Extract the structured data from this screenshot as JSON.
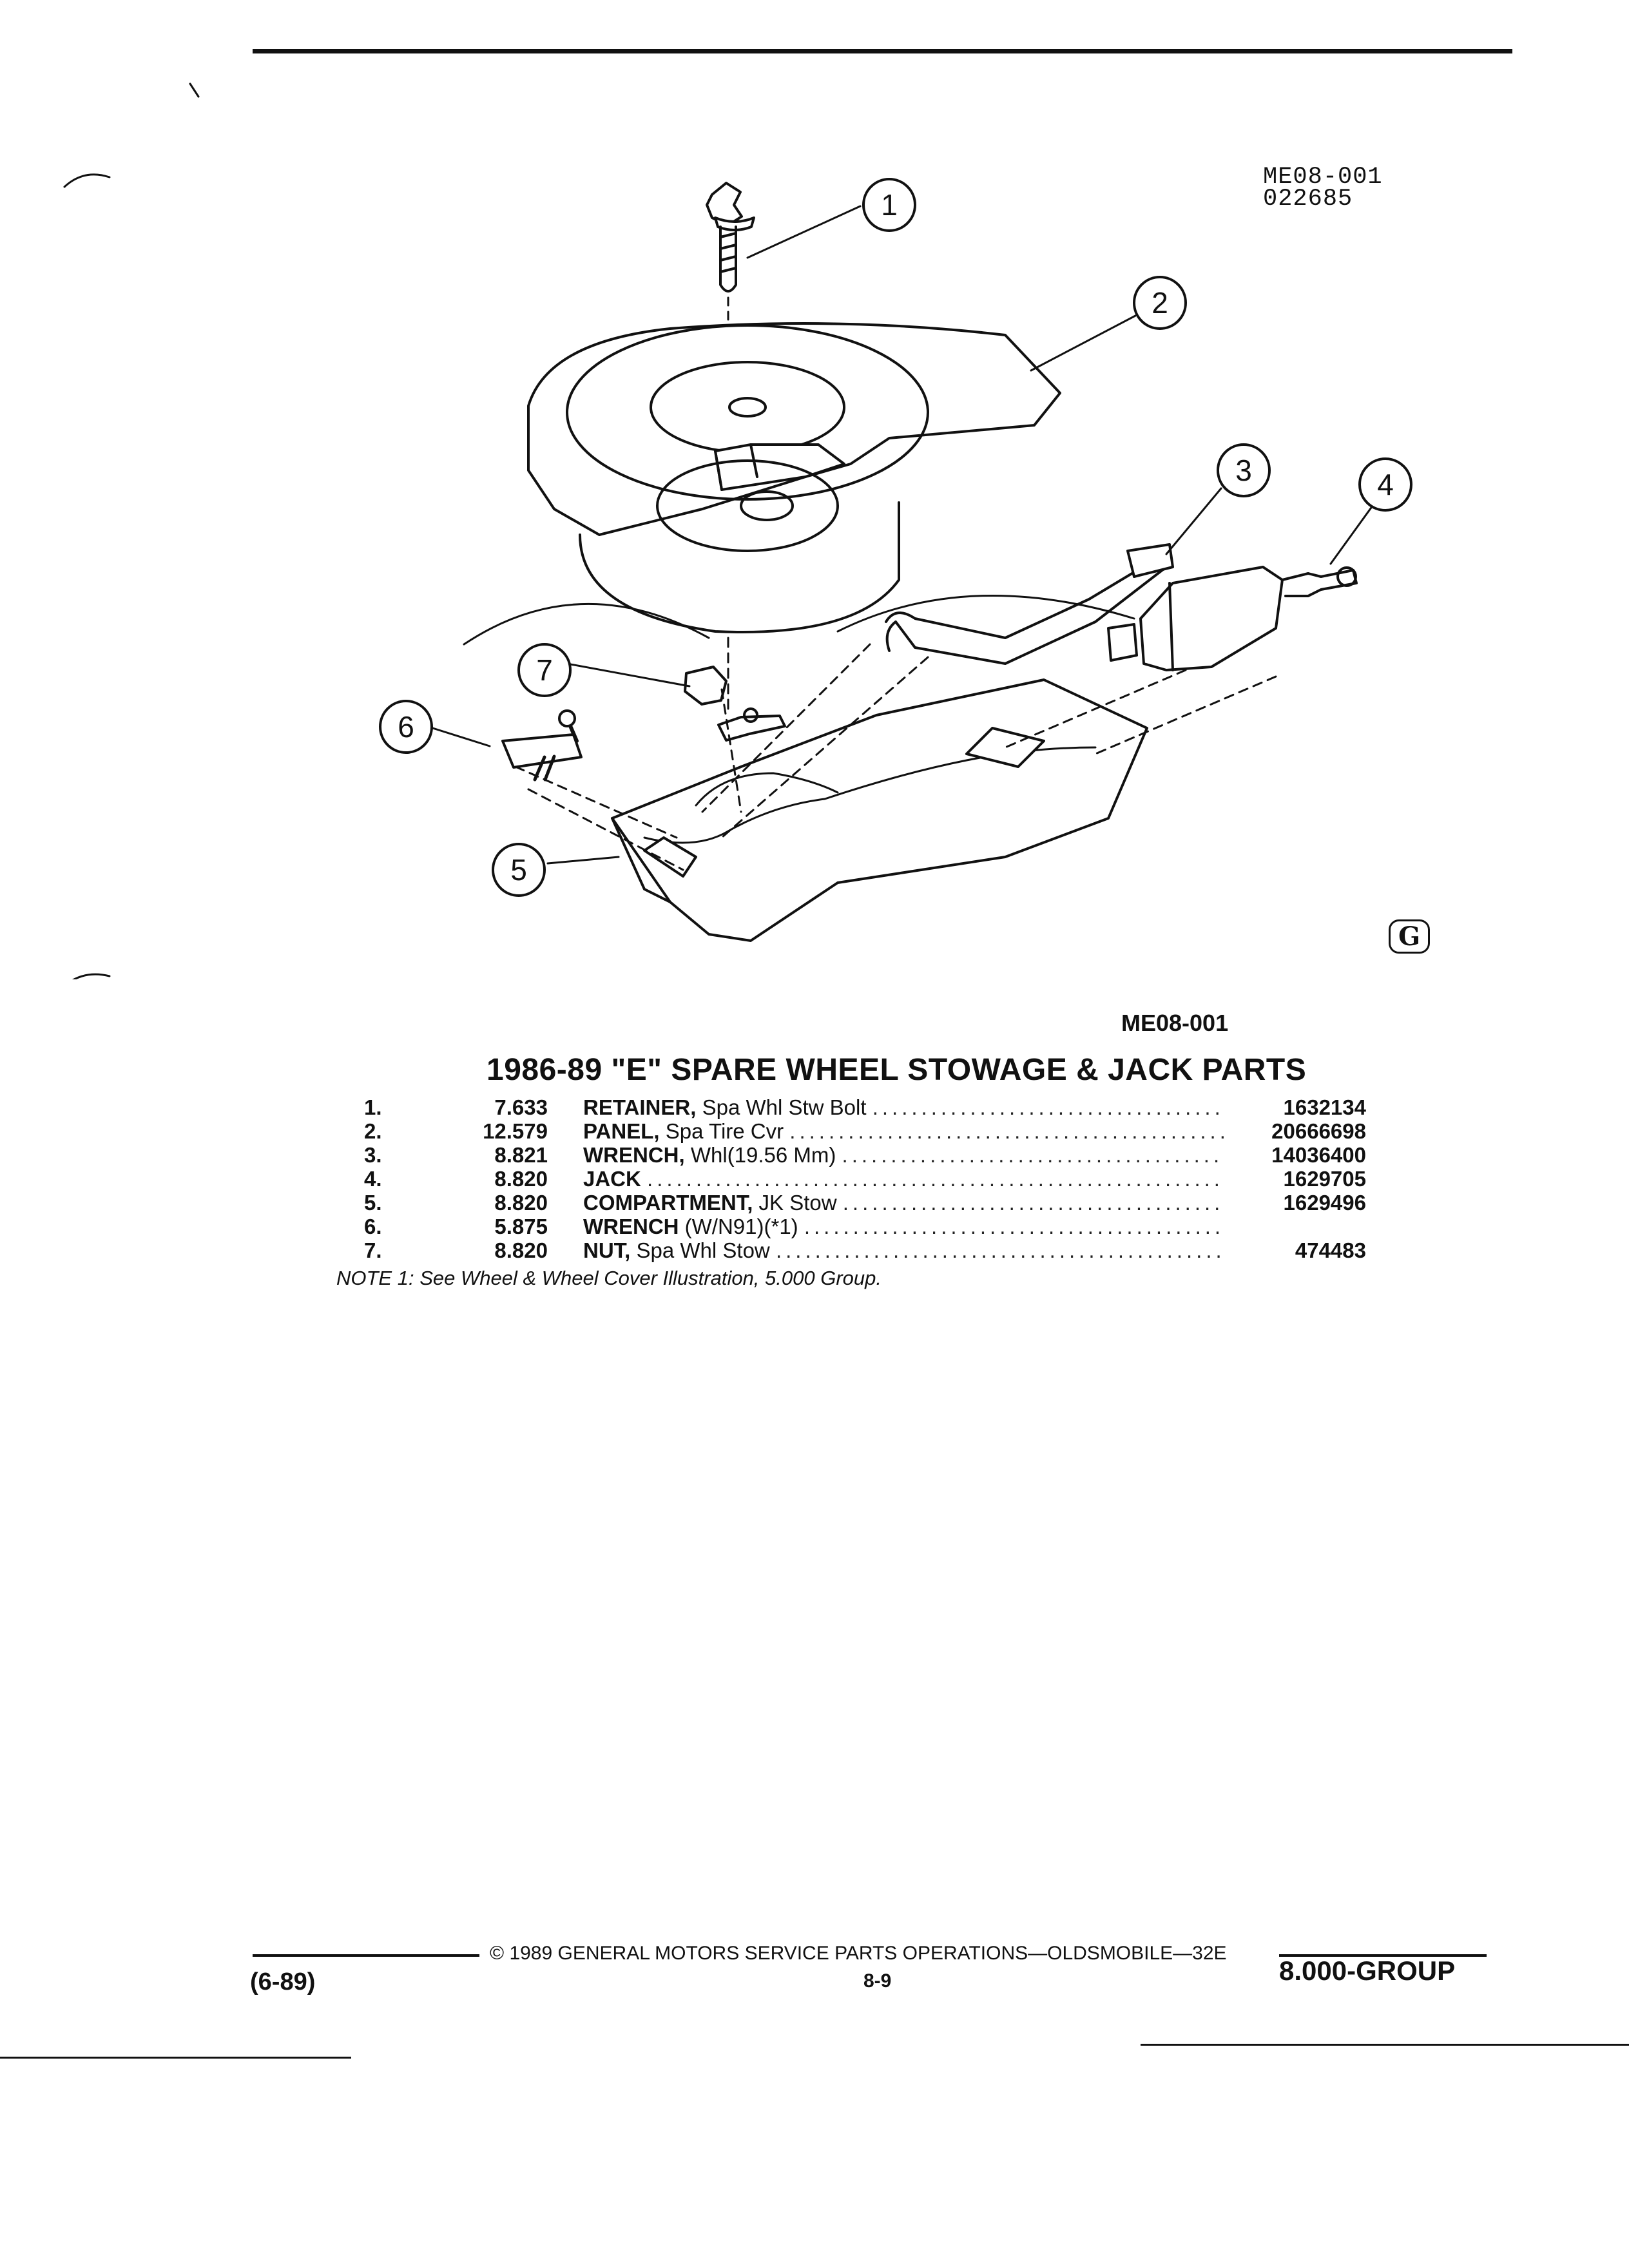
{
  "illustration_code": [
    "ME08-001",
    "022685"
  ],
  "callouts": [
    "1",
    "2",
    "3",
    "4",
    "5",
    "6",
    "7"
  ],
  "figure_ref": "ME08-001",
  "title": "1986-89 \"E\" SPARE WHEEL STOWAGE & JACK PARTS",
  "parts": [
    {
      "index": "1.",
      "group": "7.633",
      "name": "RETAINER,",
      "detail": "Spa Whl Stw Bolt",
      "part_no": "1632134"
    },
    {
      "index": "2.",
      "group": "12.579",
      "name": "PANEL,",
      "detail": "Spa Tire Cvr",
      "part_no": "20666698"
    },
    {
      "index": "3.",
      "group": "8.821",
      "name": "WRENCH,",
      "detail": "Whl(19.56 Mm)",
      "part_no": "14036400"
    },
    {
      "index": "4.",
      "group": "8.820",
      "name": "JACK",
      "detail": "",
      "part_no": "1629705"
    },
    {
      "index": "5.",
      "group": "8.820",
      "name": "COMPARTMENT,",
      "detail": "JK Stow",
      "part_no": "1629496"
    },
    {
      "index": "6.",
      "group": "5.875",
      "name": "WRENCH",
      "detail": "(W/N91)(*1)",
      "part_no": ""
    },
    {
      "index": "7.",
      "group": "8.820",
      "name": "NUT,",
      "detail": "Spa Whl Stow",
      "part_no": "474483"
    }
  ],
  "note": "NOTE 1: See Wheel & Wheel Cover Illustration, 5.000 Group.",
  "footer": {
    "copyright": "© 1989 GENERAL MOTORS SERVICE PARTS OPERATIONS—OLDSMOBILE—32E",
    "page": "8-9",
    "date": "(6-89)",
    "group": "8.000-GROUP"
  },
  "logo_mark": "G"
}
